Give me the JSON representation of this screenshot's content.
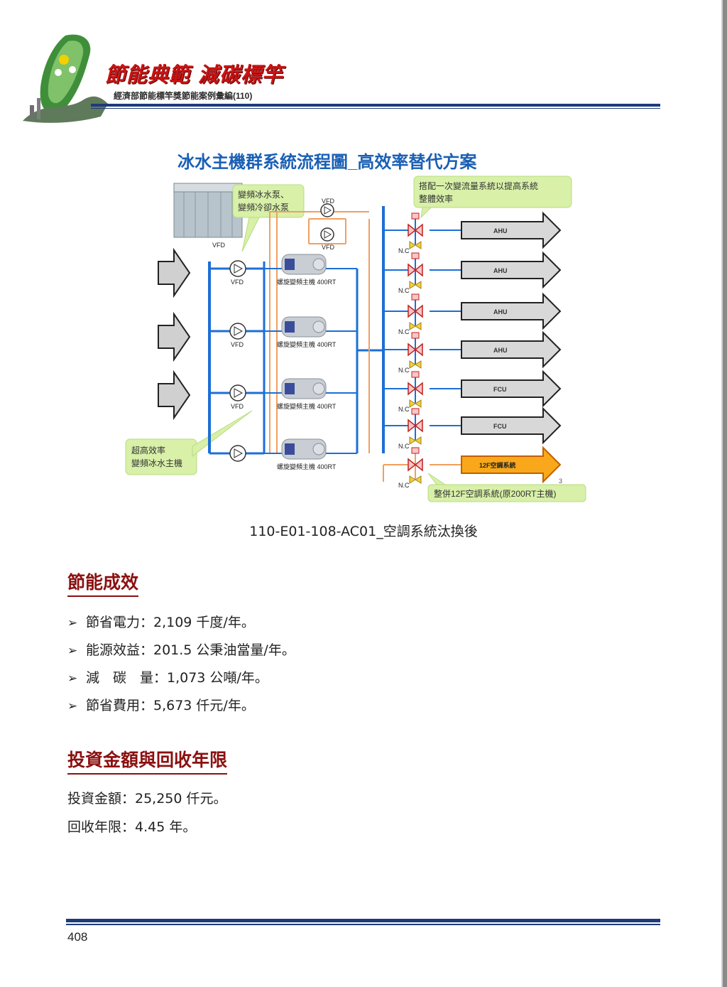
{
  "header": {
    "title": "節能典範 減碳標竿",
    "subtitle": "經濟部節能標竿獎節能案例彙編(110)"
  },
  "figure": {
    "title": "冰水主機群系統流程圖_高效率替代方案",
    "callout_pumps": [
      "變頻冰水泵、",
      "變頻冷卻水泵"
    ],
    "callout_flow": [
      "搭配一次變流量系統以提高系統",
      "整體效率"
    ],
    "callout_chiller": [
      "超高效率",
      "變頻冰水主機"
    ],
    "callout_merge": "整併12F空調系統(原200RT主機)",
    "vfd_label": "VFD",
    "nc_label": "N.C",
    "chiller_label": "螺旋變頻主機 400RT",
    "outputs": [
      "AHU",
      "AHU",
      "AHU",
      "AHU",
      "FCU",
      "FCU",
      "12F空調系統"
    ],
    "slide_number": "3"
  },
  "caption": "110-E01-108-AC01_空調系統汰換後",
  "section1": {
    "heading": "節能成效",
    "items": [
      "節省電力：2,109 千度/年。",
      "能源效益：201.5 公秉油當量/年。",
      "減　碳　量：1,073 公噸/年。",
      "節省費用：5,673 仟元/年。"
    ]
  },
  "section2": {
    "heading": "投資金額與回收年限",
    "lines": [
      "投資金額：25,250 仟元。",
      "回收年限：4.45 年。"
    ]
  },
  "icons": {
    "bullet": "arrow-bullet-icon",
    "logo": "taiwan-map-logo-icon"
  },
  "colors": {
    "heading": "#8b1010",
    "rule": "#1f3b7a",
    "pipe_blue": "#1c6fd6",
    "pipe_orange": "#f0a060",
    "callout": "#d8f0a8"
  },
  "footer": {
    "page_number": "408"
  }
}
